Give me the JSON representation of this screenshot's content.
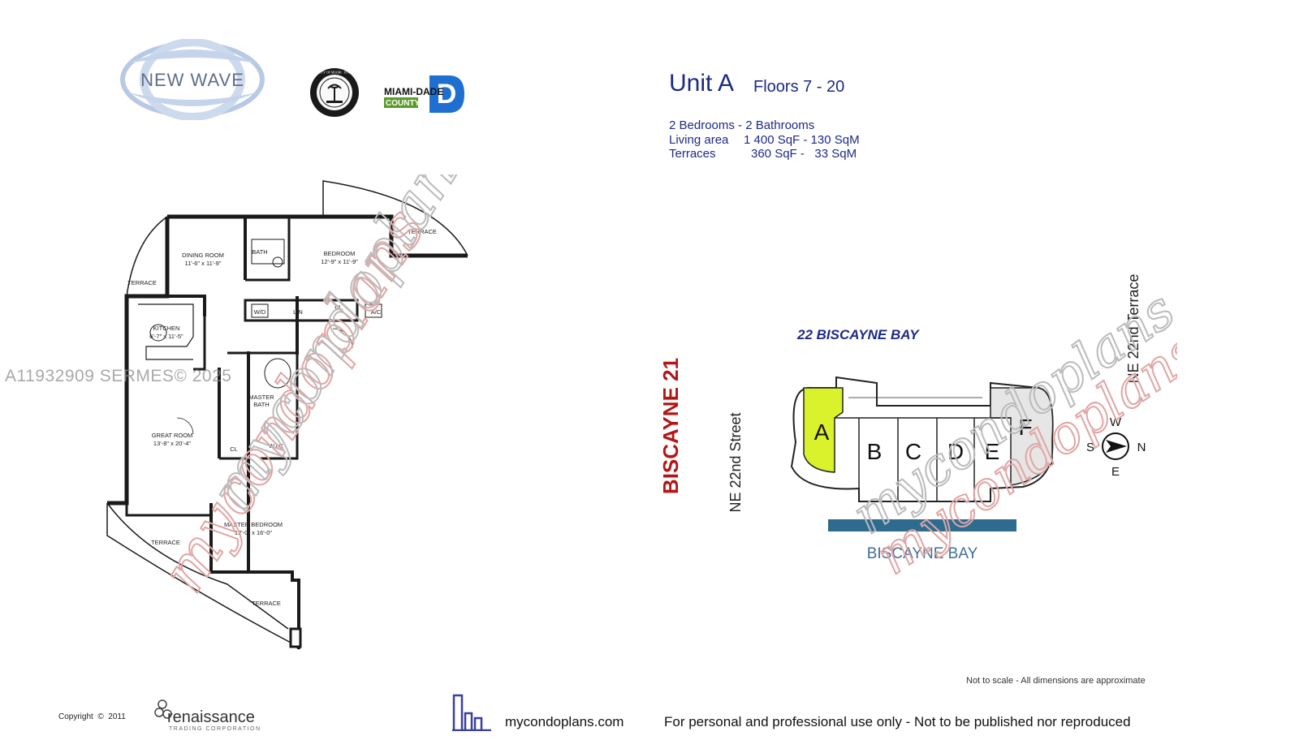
{
  "branding": {
    "new_wave_logo_text": "NEW WAVE",
    "seal_text": "THE CITY OF MIAMI · FLORIDA",
    "county_logo_line1": "MIAMI-DADE",
    "county_logo_line2": "COUNTY",
    "county_logo_letter": "D"
  },
  "header": {
    "unit": "Unit A",
    "floors": "Floors 7 - 20",
    "specs": [
      {
        "label": "2 Bedrooms - 2 Bathrooms",
        "value": ""
      },
      {
        "label": "Living area",
        "value": "1 400 SqF - 130 SqM"
      },
      {
        "label": "Terraces",
        "value": "360 SqF -   33 SqM"
      }
    ]
  },
  "floor_plan": {
    "rooms": [
      {
        "name": "DINING ROOM",
        "dims": "11'-6\" x 11'-9\""
      },
      {
        "name": "BEDROOM",
        "dims": "12'-9\" x 11'-9\""
      },
      {
        "name": "KITCHEN",
        "dims": "6'-7\" x 11'-5\""
      },
      {
        "name": "GREAT ROOM",
        "dims": "13'-8\" x 20'-4\""
      },
      {
        "name": "MASTER BEDROOM",
        "dims": "12'-0\" x 16'-0\""
      }
    ],
    "labels": {
      "bath": "BATH",
      "master_bath_1": "MASTER",
      "master_bath_2": "BATH",
      "terrace": "TERRACE",
      "wd": "W/D",
      "lin": "LIN",
      "cl": "CL",
      "ac": "A/C",
      "wic": "W.I.C"
    }
  },
  "site_plan": {
    "street_west": "BISCAYNE 21",
    "building_name": "22 BISCAYNE BAY",
    "street_bottom": "NE 22nd Street",
    "street_right": "NE 22nd Terrace",
    "water": "BISCAYNE BAY",
    "units": [
      "A",
      "B",
      "C",
      "D",
      "E",
      "F"
    ],
    "highlighted_unit": "A",
    "highlight_color": "#d9f22c",
    "compass": {
      "w": "W",
      "s": "S",
      "n": "N",
      "e": "E"
    }
  },
  "watermark": {
    "mls_id": "A11932909  SERMES© 2025",
    "brand": "mycondoplans"
  },
  "footer": {
    "copyright": "Copyright  ©  2011",
    "renaissance_name": "renaissance",
    "renaissance_sub": "TRADING CORPORATION",
    "site": "mycondoplans.com",
    "disclaimer": "For personal and professional use only - Not to be published nor reproduced",
    "scale_note": "Not to scale - All dimensions are approximate"
  }
}
